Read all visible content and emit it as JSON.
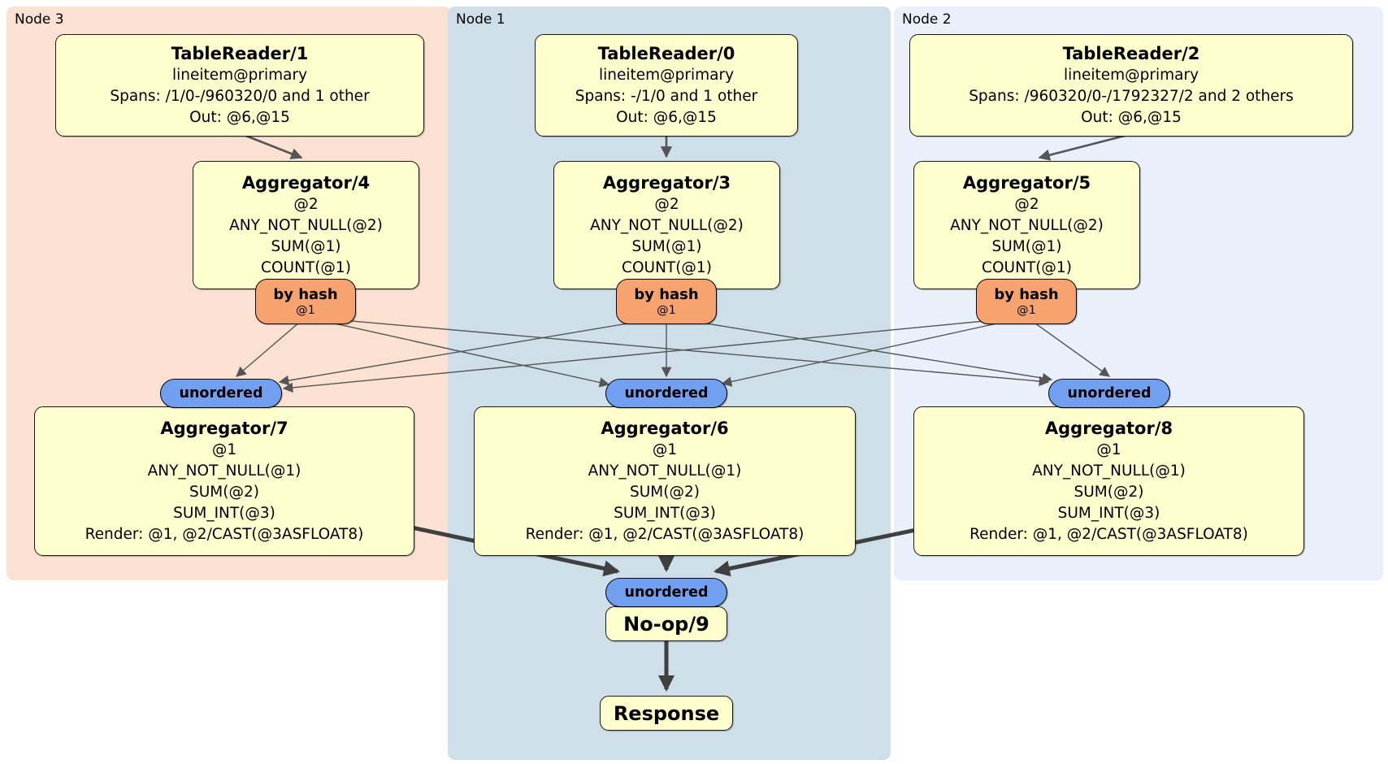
{
  "diagram": {
    "zones": [
      {
        "id": "node3",
        "label": "Node 3"
      },
      {
        "id": "node1",
        "label": "Node 1"
      },
      {
        "id": "node2",
        "label": "Node 2"
      }
    ],
    "processors": {
      "tr1": {
        "title": "TableReader/1",
        "lines": [
          "lineitem@primary",
          "Spans: /1/0-/960320/0 and 1 other",
          "Out: @6,@15"
        ]
      },
      "tr0": {
        "title": "TableReader/0",
        "lines": [
          "lineitem@primary",
          "Spans: -/1/0 and 1 other",
          "Out: @6,@15"
        ]
      },
      "tr2": {
        "title": "TableReader/2",
        "lines": [
          "lineitem@primary",
          "Spans: /960320/0-/1792327/2 and 2 others",
          "Out: @6,@15"
        ]
      },
      "agg4": {
        "title": "Aggregator/4",
        "lines": [
          "@2",
          "ANY_NOT_NULL(@2)",
          "SUM(@1)",
          "COUNT(@1)"
        ]
      },
      "agg3": {
        "title": "Aggregator/3",
        "lines": [
          "@2",
          "ANY_NOT_NULL(@2)",
          "SUM(@1)",
          "COUNT(@1)"
        ]
      },
      "agg5": {
        "title": "Aggregator/5",
        "lines": [
          "@2",
          "ANY_NOT_NULL(@2)",
          "SUM(@1)",
          "COUNT(@1)"
        ]
      },
      "agg7": {
        "title": "Aggregator/7",
        "lines": [
          "@1",
          "ANY_NOT_NULL(@1)",
          "SUM(@2)",
          "SUM_INT(@3)",
          "Render: @1, @2/CAST(@3ASFLOAT8)"
        ]
      },
      "agg6": {
        "title": "Aggregator/6",
        "lines": [
          "@1",
          "ANY_NOT_NULL(@1)",
          "SUM(@2)",
          "SUM_INT(@3)",
          "Render: @1, @2/CAST(@3ASFLOAT8)"
        ]
      },
      "agg8": {
        "title": "Aggregator/8",
        "lines": [
          "@1",
          "ANY_NOT_NULL(@1)",
          "SUM(@2)",
          "SUM_INT(@3)",
          "Render: @1, @2/CAST(@3ASFLOAT8)"
        ]
      },
      "noop": {
        "title": "No-op/9"
      },
      "response": {
        "title": "Response"
      }
    },
    "routers": [
      {
        "label": "by hash",
        "detail": "@1"
      },
      {
        "label": "by hash",
        "detail": "@1"
      },
      {
        "label": "by hash",
        "detail": "@1"
      }
    ],
    "synchronizers": [
      {
        "label": "unordered"
      },
      {
        "label": "unordered"
      },
      {
        "label": "unordered"
      },
      {
        "label": "unordered"
      }
    ],
    "colors": {
      "zone_node3_bg": "#fbe1d2",
      "zone_node1_bg": "#cfdfe9",
      "zone_node2_bg": "#e9f0f9",
      "processor_bg": "#ffffce",
      "router_bg": "#f6a36f",
      "sync_bg": "#72a0f1",
      "edge_thin": "#555555",
      "edge_thick": "#3f3f3f"
    }
  }
}
